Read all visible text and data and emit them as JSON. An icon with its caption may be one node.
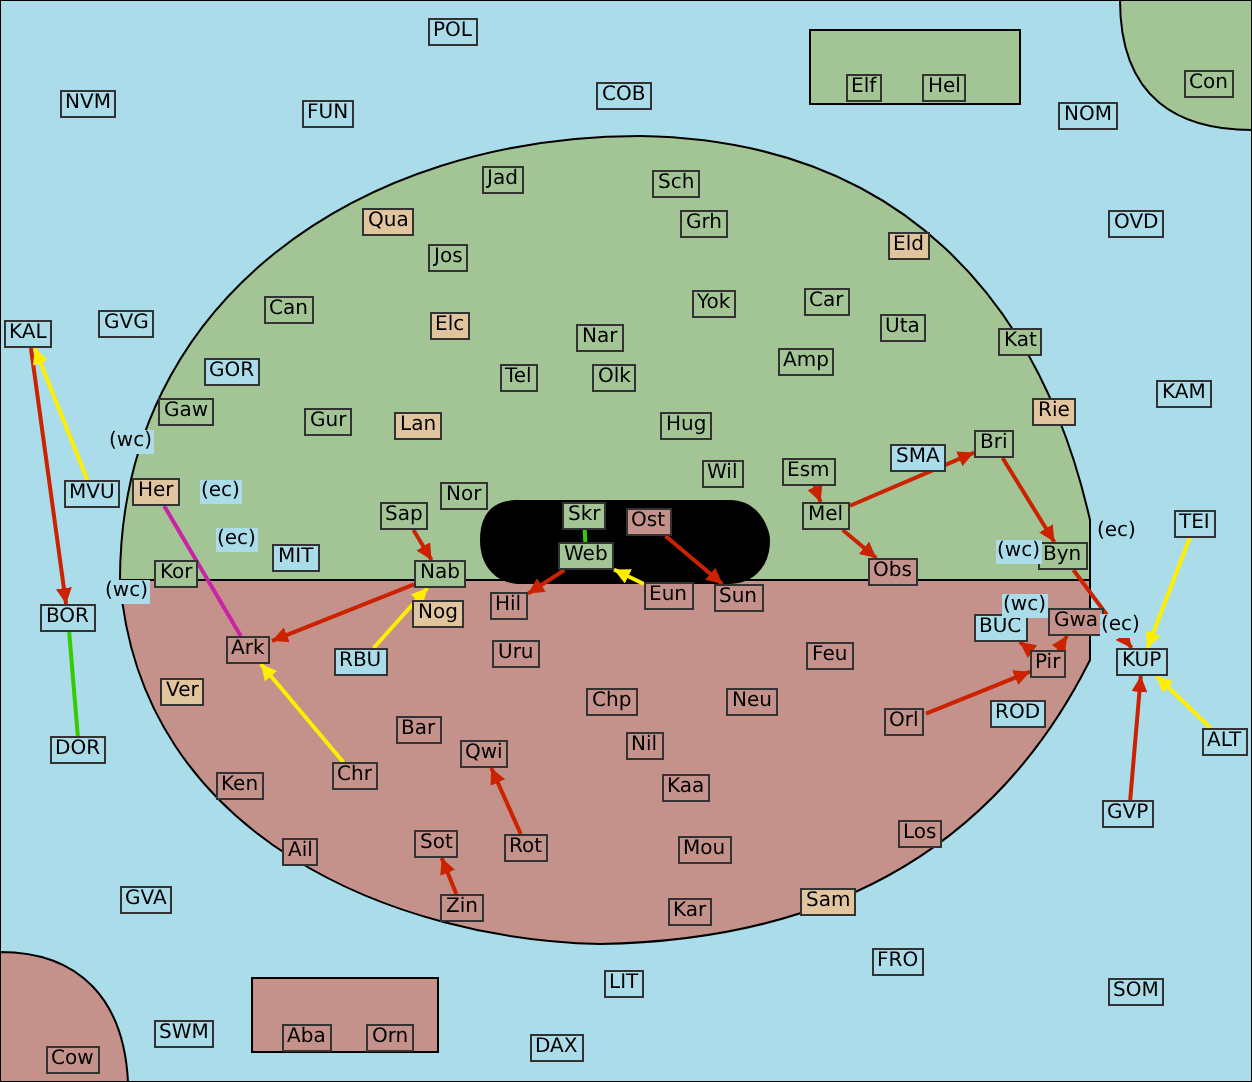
{
  "diagram": {
    "nodes": [
      {
        "text": [
          "POL"
        ]
      },
      {
        "text": [
          "COB"
        ]
      },
      {
        "text": [
          "NVM"
        ]
      },
      {
        "text": [
          "FUN"
        ]
      },
      {
        "text": [
          "Elf"
        ]
      },
      {
        "text": [
          "Hel"
        ]
      },
      {
        "text": [
          "NOM"
        ]
      },
      {
        "text": [
          "Con"
        ]
      },
      {
        "text": [
          "Jad"
        ]
      },
      {
        "text": [
          "Sch"
        ]
      },
      {
        "text": [
          "Qua"
        ]
      },
      {
        "text": [
          "Grh"
        ]
      },
      {
        "text": [
          "Jos"
        ]
      },
      {
        "text": [
          "OVD"
        ]
      },
      {
        "text": [
          "Eld"
        ]
      },
      {
        "text": [
          "Elc"
        ]
      },
      {
        "text": [
          "Nar"
        ]
      },
      {
        "text": [
          "Yok"
        ]
      },
      {
        "text": [
          "Car"
        ]
      },
      {
        "text": [
          "Can"
        ]
      },
      {
        "text": [
          "KAL"
        ]
      },
      {
        "text": [
          "GVG"
        ]
      },
      {
        "text": [
          "Olk"
        ]
      },
      {
        "text": [
          "Tel"
        ]
      },
      {
        "text": [
          "Amp"
        ]
      },
      {
        "text": [
          "Uta"
        ]
      },
      {
        "text": [
          "Kat"
        ]
      },
      {
        "text": [
          "GOR"
        ]
      },
      {
        "text": [
          "KAM"
        ]
      },
      {
        "text": [
          "Gaw"
        ]
      },
      {
        "text": [
          "Gur"
        ]
      },
      {
        "text": [
          "Lan"
        ]
      },
      {
        "text": [
          "Hug"
        ]
      },
      {
        "text": [
          "Rie"
        ]
      },
      {
        "text": [
          "Bri"
        ]
      },
      {
        "text": [
          "Esm"
        ]
      },
      {
        "text": [
          "Wil"
        ]
      },
      {
        "text": [
          "SMA"
        ]
      },
      {
        "text": [
          "MVU"
        ]
      },
      {
        "text": [
          "Her"
        ]
      },
      {
        "text": [
          "Nor"
        ]
      },
      {
        "text": [
          "Sap"
        ]
      },
      {
        "text": [
          "Skr"
        ]
      },
      {
        "text": [
          "Ost"
        ]
      },
      {
        "text": [
          "Mel"
        ]
      },
      {
        "text": [
          "Obs"
        ]
      },
      {
        "text": [
          "Web"
        ]
      },
      {
        "text": [
          "TEI"
        ]
      },
      {
        "text": [
          "Byn"
        ]
      },
      {
        "text": [
          "MIT"
        ]
      },
      {
        "text": [
          "Kor"
        ]
      },
      {
        "text": [
          "Nab"
        ]
      },
      {
        "text": [
          "BOR"
        ]
      },
      {
        "text": [
          "Eun"
        ]
      },
      {
        "text": [
          "Sun"
        ]
      },
      {
        "text": [
          "Hil"
        ]
      },
      {
        "text": [
          "Nog"
        ]
      },
      {
        "text": [
          "BUC"
        ]
      },
      {
        "text": [
          "Gwa"
        ]
      },
      {
        "text": [
          "Ark"
        ]
      },
      {
        "text": [
          "RBU"
        ]
      },
      {
        "text": [
          "Pir"
        ]
      },
      {
        "text": [
          "KUP"
        ]
      },
      {
        "text": [
          "Uru"
        ]
      },
      {
        "text": [
          "Feu"
        ]
      },
      {
        "text": [
          "Ver"
        ]
      },
      {
        "text": [
          "ROD"
        ]
      },
      {
        "text": [
          "ALT"
        ]
      },
      {
        "text": [
          "Bar"
        ]
      },
      {
        "text": [
          "Chp"
        ]
      },
      {
        "text": [
          "Neu"
        ]
      },
      {
        "text": [
          "Orl"
        ]
      },
      {
        "text": [
          "Qwi"
        ]
      },
      {
        "text": [
          "DOR"
        ]
      },
      {
        "text": [
          "Nil"
        ]
      },
      {
        "text": [
          "Ken"
        ]
      },
      {
        "text": [
          "Chr"
        ]
      },
      {
        "text": [
          "Kaa"
        ]
      },
      {
        "text": [
          "GVP"
        ]
      },
      {
        "text": [
          "Sot"
        ]
      },
      {
        "text": [
          "Rot"
        ]
      },
      {
        "text": [
          "Ail"
        ]
      },
      {
        "text": [
          "Mou"
        ]
      },
      {
        "text": [
          "Los"
        ]
      },
      {
        "text": [
          "GVA"
        ]
      },
      {
        "text": [
          "Zin"
        ]
      },
      {
        "text": [
          "Kar"
        ]
      },
      {
        "text": [
          "Sam"
        ]
      },
      {
        "text": [
          "FRO"
        ]
      },
      {
        "text": [
          "LIT"
        ]
      },
      {
        "text": [
          "SOM"
        ]
      },
      {
        "text": [
          "SWM"
        ]
      },
      {
        "text": [
          "Aba"
        ]
      },
      {
        "text": [
          "Orn"
        ]
      },
      {
        "text": [
          "DAX"
        ]
      },
      {
        "text": [
          "Cow"
        ]
      }
    ],
    "edges": [
      {
        "from": 20,
        "to": 52,
        "arrow": "to"
      },
      {
        "from": 38,
        "to": 20,
        "arrow": "to",
        "color": "#ffee00"
      },
      {
        "from": 52,
        "to": 73,
        "arrow": "none",
        "color": "#33cc00"
      },
      {
        "from": 39,
        "to": 59,
        "arrow": "none",
        "color": "#cc22aa"
      },
      {
        "from": 51,
        "to": 59,
        "arrow": "to"
      },
      {
        "from": 76,
        "to": 59,
        "arrow": "to",
        "color": "#ffee00"
      },
      {
        "from": 60,
        "to": 51,
        "arrow": "to",
        "color": "#ffee00"
      },
      {
        "from": 41,
        "to": 51,
        "arrow": "to"
      },
      {
        "from": 42,
        "to": 46,
        "arrow": "none",
        "color": "#33cc00"
      },
      {
        "from": 53,
        "to": 46,
        "arrow": "to",
        "color": "#ffee00"
      },
      {
        "from": 46,
        "to": 55,
        "arrow": "to"
      },
      {
        "from": 43,
        "to": 54,
        "arrow": "to"
      },
      {
        "from": 35,
        "to": 44,
        "arrow": "to"
      },
      {
        "from": 44,
        "to": 45,
        "arrow": "to"
      },
      {
        "from": 44,
        "to": 34,
        "arrow": "to"
      },
      {
        "from": 34,
        "to": 48,
        "arrow": "to"
      },
      {
        "from": 71,
        "to": 61,
        "arrow": "to"
      },
      {
        "from": 61,
        "to": 58,
        "arrow": "to"
      },
      {
        "from": 61,
        "to": 57,
        "arrow": "to"
      },
      {
        "from": 47,
        "to": 62,
        "arrow": "to",
        "color": "#ffee00"
      },
      {
        "from": 48,
        "to": 62,
        "arrow": "to"
      },
      {
        "from": 67,
        "to": 62,
        "arrow": "to",
        "color": "#ffee00"
      },
      {
        "from": 78,
        "to": 62,
        "arrow": "to"
      },
      {
        "from": 80,
        "to": 72,
        "arrow": "to"
      },
      {
        "from": 85,
        "to": 79,
        "arrow": "to"
      }
    ],
    "labels": [
      "(wc)",
      "(ec)",
      "(ec)",
      "(ec)",
      "(wc)",
      "(wc)",
      "(wc)",
      "(ec)"
    ]
  }
}
